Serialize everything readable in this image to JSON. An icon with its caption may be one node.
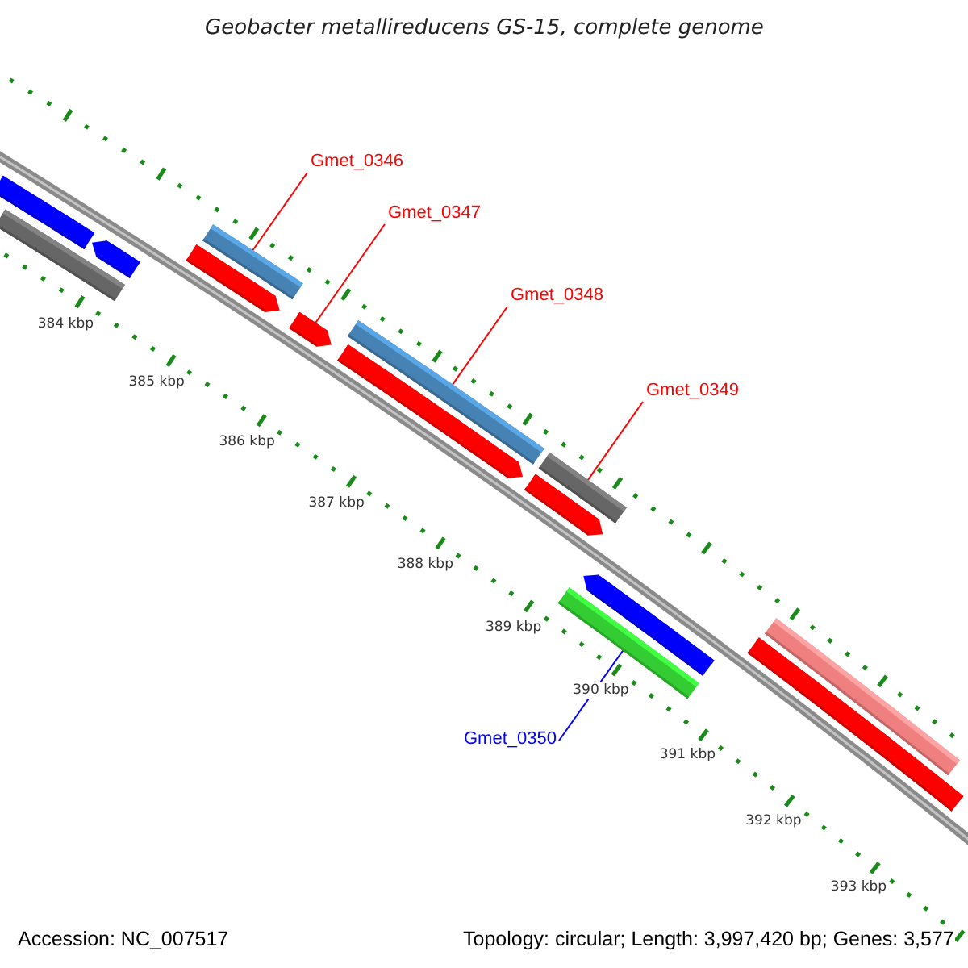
{
  "diagram": {
    "title": "Geobacter metallireducens GS-15, complete genome",
    "nodes": [
      {
        "text": [
          "Gmet_0346"
        ]
      },
      {
        "text": [
          "Gmet_0347"
        ]
      },
      {
        "text": [
          "Gmet_0348"
        ]
      },
      {
        "text": [
          "Gmet_0349"
        ]
      },
      {
        "text": [
          "Gmet_0350"
        ]
      },
      {
        "text": [],
        "shape": "bar"
      },
      {
        "text": [],
        "shape": "bar"
      },
      {
        "text": [],
        "shape": "bar"
      },
      {
        "text": [],
        "shape": "bar"
      },
      {
        "text": [],
        "shape": "bar"
      },
      {
        "text": [],
        "shape": "bar"
      },
      {
        "text": [],
        "shape": "bar"
      },
      {
        "text": [],
        "shape": "bar"
      },
      {
        "text": [],
        "shape": "bar"
      },
      {
        "text": [],
        "shape": "bar"
      },
      {
        "text": [],
        "shape": "bar"
      },
      {
        "text": [],
        "shape": "bar"
      },
      {
        "text": [],
        "shape": "bar"
      },
      {
        "text": [],
        "shape": "bar"
      }
    ],
    "edges": [
      {
        "from": 0,
        "to": 8,
        "arrow": "none"
      },
      {
        "from": 1,
        "to": 10,
        "arrow": "none"
      },
      {
        "from": 2,
        "to": 11,
        "arrow": "none"
      },
      {
        "from": 3,
        "to": 13,
        "arrow": "none"
      },
      {
        "from": 4,
        "to": 16,
        "arrow": "none",
        "color": "#0000ff"
      }
    ],
    "labels": [
      "384 kbp",
      "385 kbp",
      "386 kbp",
      "387 kbp",
      "388 kbp",
      "389 kbp",
      "390 kbp",
      "391 kbp",
      "392 kbp",
      "393 kbp",
      "Accession: NC_007517",
      "Topology: circular; Length: 3,997,420 bp; Genes: 3,577"
    ]
  }
}
